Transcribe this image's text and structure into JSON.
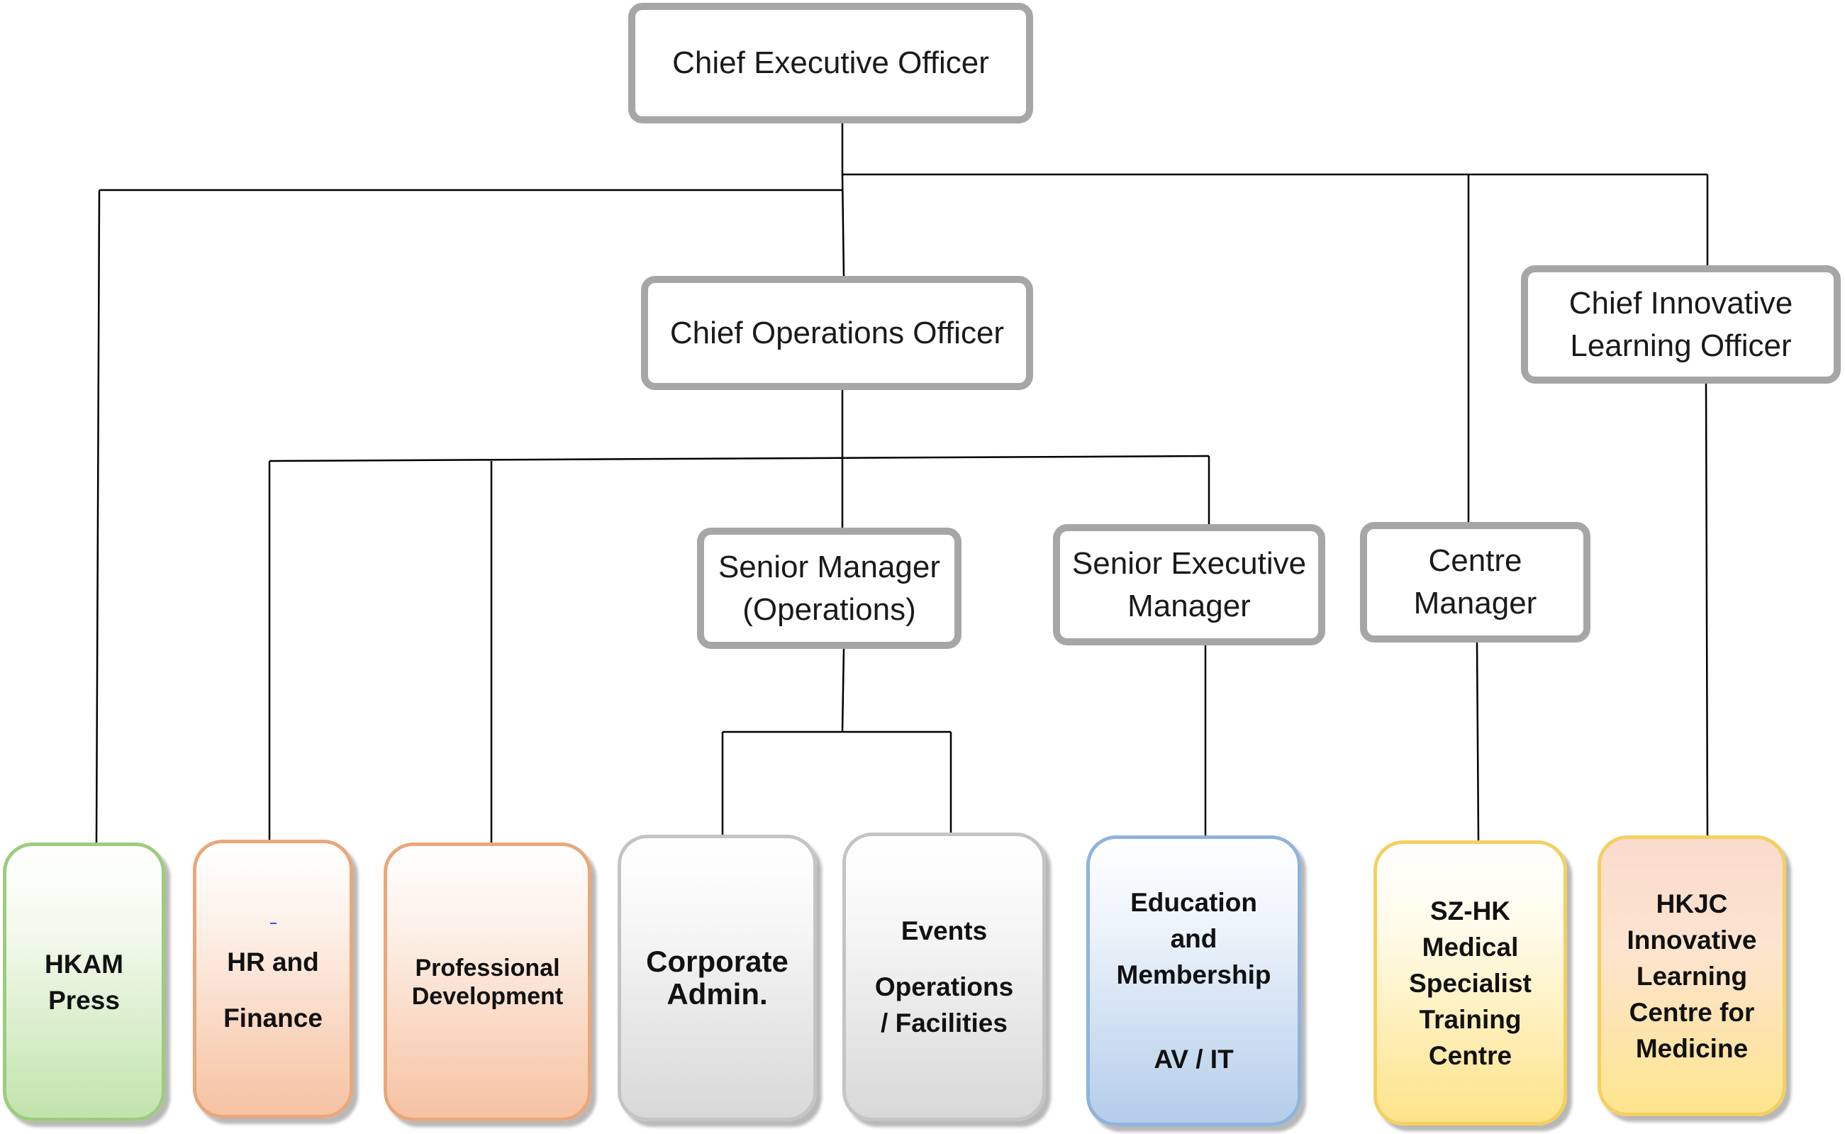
{
  "chart": {
    "ceo": [
      "Chief Executive Officer"
    ],
    "coo": [
      "Chief Operations Officer"
    ],
    "cilo": [
      "Chief Innovative",
      "Learning Officer"
    ],
    "sm_ops": [
      "Senior Manager",
      "(Operations)"
    ],
    "sem": [
      "Senior Executive",
      "Manager"
    ],
    "centre_mgr": [
      "Centre",
      "Manager"
    ],
    "units": {
      "hkam_press": [
        "HKAM",
        "Press"
      ],
      "hr_finance": [
        "HR and",
        "Finance"
      ],
      "prof_dev": [
        "Professional",
        "Development"
      ],
      "corp_admin": [
        "Corporate",
        "Admin."
      ],
      "events": [
        "Events",
        "Operations",
        "/ Facilities"
      ],
      "education": [
        "Education",
        "and",
        "Membership",
        "AV /  IT"
      ],
      "szhk": [
        "SZ-HK",
        "Medical",
        "Specialist",
        "Training",
        "Centre"
      ],
      "hkjc": [
        "HKJC",
        "Innovative",
        "Learning",
        "Centre for",
        "Medicine"
      ]
    },
    "colors": {
      "manager_border": "#a6a6a6",
      "connector": "#000000",
      "green": "#c2e3ac",
      "orange": "#f6c2a2",
      "gray": "#d8d8d8",
      "blue": "#b4cdea",
      "yellow": "#fde38a",
      "peach": "#fadbce"
    }
  }
}
